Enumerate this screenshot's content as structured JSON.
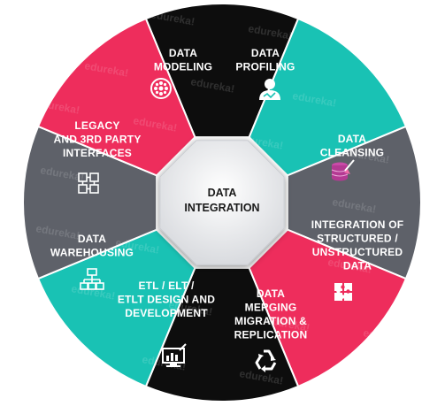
{
  "diagram": {
    "center": {
      "lines": [
        "DATA",
        "INTEGRATION"
      ]
    },
    "segments": [
      {
        "id": "data-modeling",
        "lines": [
          "DATA",
          "MODELING"
        ],
        "fill": "#0d0d0d",
        "text_color": "#ffffff",
        "icon": "network-icon"
      },
      {
        "id": "data-profiling",
        "lines": [
          "DATA",
          "PROFILING"
        ],
        "fill": "#19c2b4",
        "text_color": "#ffffff",
        "icon": "user-profile-icon"
      },
      {
        "id": "data-cleansing",
        "lines": [
          "DATA",
          "CLEANSING"
        ],
        "fill": "#5e6169",
        "text_color": "#ffffff",
        "icon": "database-brush-icon"
      },
      {
        "id": "integration-structured",
        "lines": [
          "INTEGRATION OF",
          "STRUCTURED /",
          "UNSTRUCTURED",
          "DATA"
        ],
        "fill": "#ee2d5c",
        "text_color": "#ffffff",
        "icon": "puzzle-icon"
      },
      {
        "id": "data-merging",
        "lines": [
          "DATA",
          "MERGING",
          "MIGRATION &",
          "REPLICATION"
        ],
        "fill": "#0d0d0d",
        "text_color": "#ffffff",
        "icon": "recycle-icon"
      },
      {
        "id": "etl-design",
        "lines": [
          "ETL / ELT /",
          "ETLT DESIGN AND",
          "DEVELOPMENT"
        ],
        "fill": "#19c2b4",
        "text_color": "#ffffff",
        "icon": "monitor-chart-icon"
      },
      {
        "id": "data-warehousing",
        "lines": [
          "DATA",
          "WAREHOUSING"
        ],
        "fill": "#5e6169",
        "text_color": "#ffffff",
        "icon": "hierarchy-icon"
      },
      {
        "id": "legacy-interfaces",
        "lines": [
          "LEGACY",
          "AND 3RD PARTY",
          "INTERFACES"
        ],
        "fill": "#ee2d5c",
        "text_color": "#ffffff",
        "icon": "blocks-icon"
      }
    ],
    "watermark": "edureka!",
    "colors": {
      "center_fill": "#f1f2f4",
      "center_text": "#1a1a1a",
      "watermark": "#ffffff"
    }
  }
}
